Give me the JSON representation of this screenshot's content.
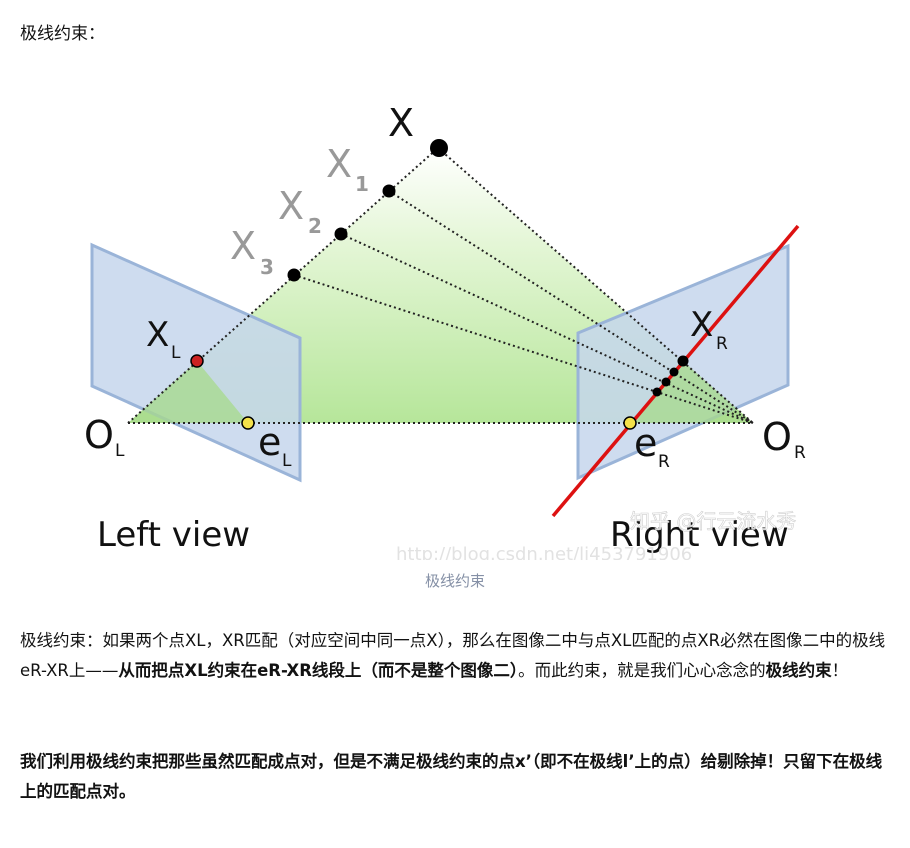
{
  "intro": "极线约束：",
  "figure": {
    "labels": {
      "x": "X",
      "x1": "X",
      "x1_sub": "1",
      "x2": "X",
      "x2_sub": "2",
      "x3": "X",
      "x3_sub": "3",
      "xl": "X",
      "xl_sub": "L",
      "xr": "X",
      "xr_sub": "R",
      "ol": "O",
      "ol_sub": "L",
      "or": "O",
      "or_sub": "R",
      "el": "e",
      "el_sub": "L",
      "er": "e",
      "er_sub": "R",
      "left_view": "Left view",
      "right_view": "Right view"
    },
    "watermark": "知乎 @行云流水秀",
    "url_watermark": "http://blog.csdn.net/lj453791906"
  },
  "caption": "极线约束",
  "paragraph1": {
    "part1": "极线约束：如果两个点XL，XR匹配（对应空间中同一点X），那么在图像二中与点XL匹配的点XR必然在图像二中的极线eR-XR上——",
    "bold1": "从而把点XL约束在eR-XR线段上（而不是整个图像二）",
    "part2": "。而此约束，就是我们心心念念的",
    "bold2": "极线约束",
    "part3": "！"
  },
  "paragraph2": "我们利用极线约束把那些虽然匹配成点对，但是不满足极线约束的点x’（即不在极线l’上的点）给剔除掉！只留下在极线上的匹配点对。",
  "colors": {
    "plane_fill": "#c5d6ec",
    "plane_stroke": "#9ab4d8",
    "triangle_green": "#c8ecb0",
    "epipolar_red": "#dd1111",
    "point_red": "#cc2222",
    "point_yellow": "#f4e14a"
  }
}
